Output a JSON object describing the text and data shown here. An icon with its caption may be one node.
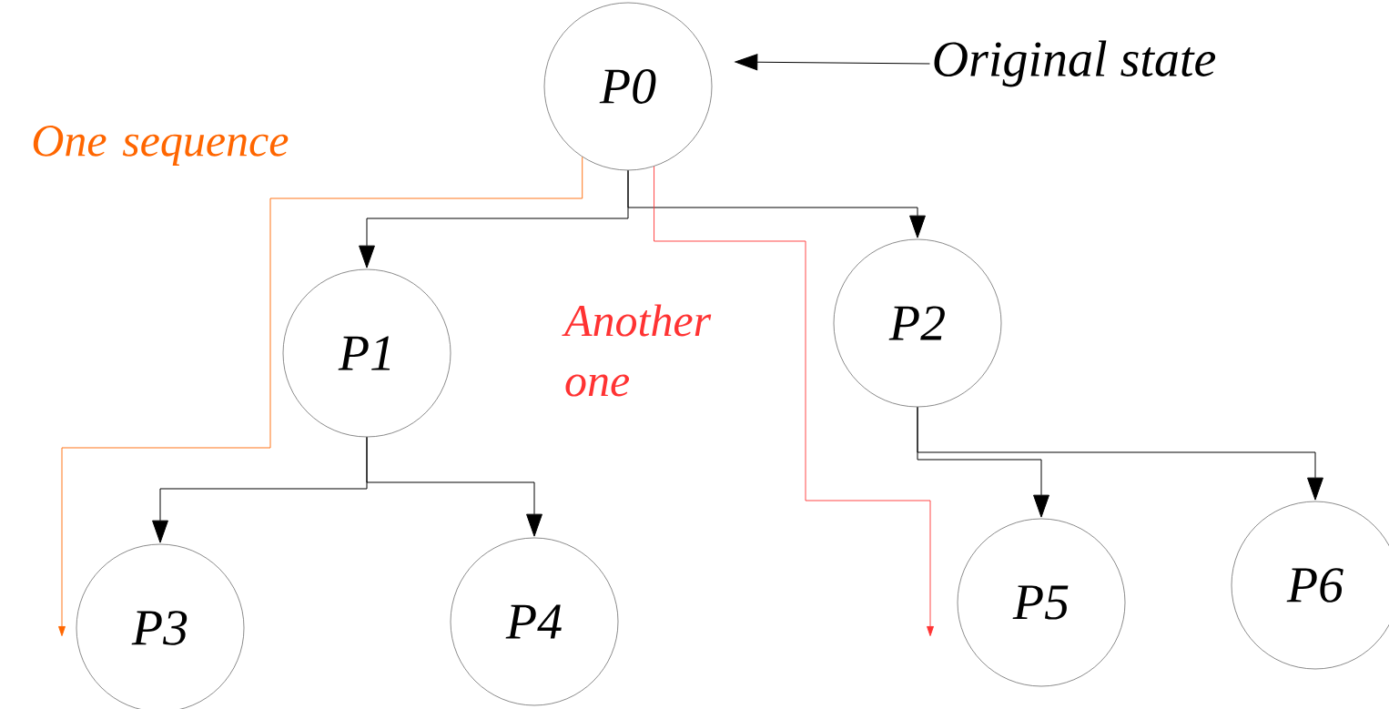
{
  "diagram": {
    "nodes": [
      {
        "text": [
          "P0"
        ]
      },
      {
        "text": [
          "P1"
        ]
      },
      {
        "text": [
          "P2"
        ]
      },
      {
        "text": [
          "P3"
        ]
      },
      {
        "text": [
          "P4"
        ]
      },
      {
        "text": [
          "P5"
        ]
      },
      {
        "text": [
          "P6"
        ]
      },
      {
        "text": [
          "Original state"
        ]
      }
    ],
    "edges": [
      {
        "from": 0,
        "to": 1,
        "arrow": "to"
      },
      {
        "from": 0,
        "to": 2,
        "arrow": "to"
      },
      {
        "from": 1,
        "to": 3,
        "arrow": "to"
      },
      {
        "from": 1,
        "to": 4,
        "arrow": "to"
      },
      {
        "from": 2,
        "to": 5,
        "arrow": "to"
      },
      {
        "from": 2,
        "to": 6,
        "arrow": "to"
      },
      {
        "from": 7,
        "to": 0,
        "arrow": "to"
      },
      {
        "from": 0,
        "to": 3,
        "arrow": "to",
        "color": "#ff6600"
      },
      {
        "from": 0,
        "to": 5,
        "arrow": "to",
        "color": "#ff3333"
      }
    ],
    "labels": [
      "One sequence",
      "Another one"
    ]
  }
}
